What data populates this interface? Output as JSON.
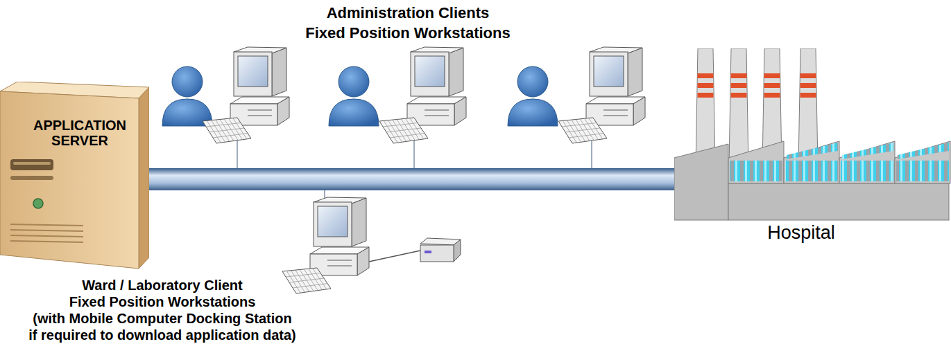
{
  "diagram": {
    "nodes": [
      {
        "text": [
          "APPLICATION SERVER"
        ]
      },
      {
        "text": [
          "Hospital"
        ]
      }
    ],
    "edges": [
      {
        "from": 0,
        "to": 1,
        "arrow": "none"
      }
    ],
    "labels": [
      "Administration Clients Fixed Position Workstations",
      "Ward / Laboratory Client Fixed Position Workstations (with Mobile Computer Docking Station if required to download application data)"
    ]
  }
}
